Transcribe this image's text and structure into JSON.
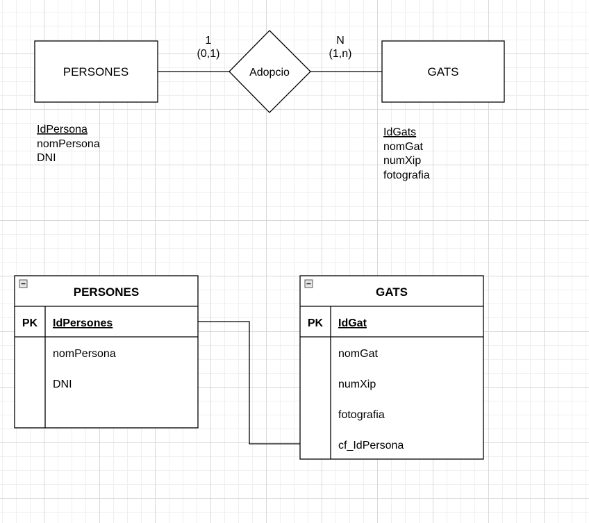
{
  "er_diagram": {
    "entity_personas": {
      "label": "PERSONES"
    },
    "entity_gats": {
      "label": "GATS"
    },
    "relationship": {
      "label": "Adopcio"
    },
    "cardinality_left": {
      "value": "1",
      "range": "(0,1)"
    },
    "cardinality_right": {
      "value": "N",
      "range": "(1,n)"
    },
    "personas_attributes": {
      "key": "IdPersona",
      "items": [
        "nomPersona",
        "DNI"
      ]
    },
    "gats_attributes": {
      "key": "IdGats",
      "items": [
        "nomGat",
        "numXip",
        "fotografia"
      ]
    }
  },
  "tables": {
    "personas": {
      "title": "PERSONES",
      "pk_label": "PK",
      "pk_field": "IdPersones",
      "fields": [
        "nomPersona",
        "DNI"
      ]
    },
    "gats": {
      "title": "GATS",
      "pk_label": "PK",
      "pk_field": "IdGat",
      "fields": [
        "nomGat",
        "numXip",
        "fotografia",
        "cf_IdPersona"
      ]
    }
  }
}
